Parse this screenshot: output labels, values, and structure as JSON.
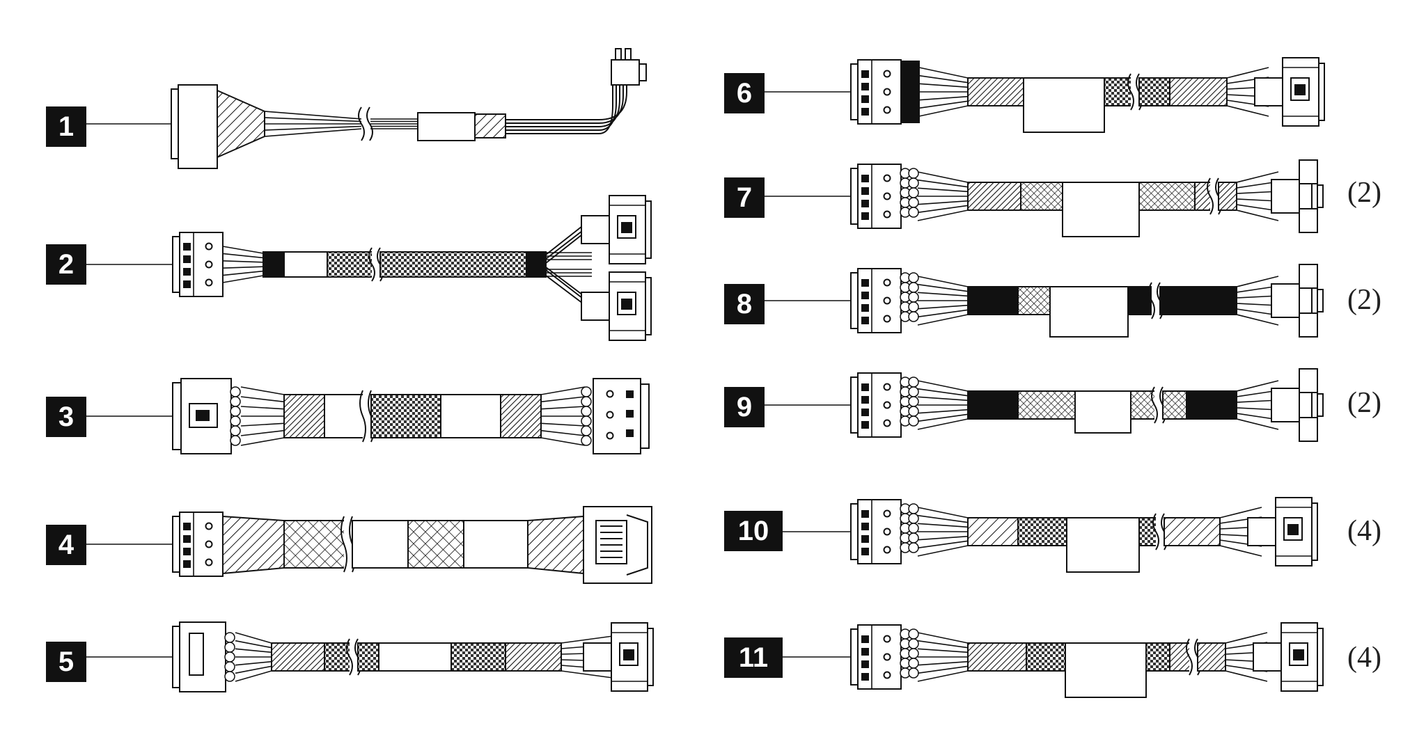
{
  "colors": {
    "ink": "#111111",
    "paper": "#ffffff"
  },
  "cables": [
    {
      "callout": "1",
      "qty": ""
    },
    {
      "callout": "2",
      "qty": ""
    },
    {
      "callout": "3",
      "qty": ""
    },
    {
      "callout": "4",
      "qty": ""
    },
    {
      "callout": "5",
      "qty": ""
    },
    {
      "callout": "6",
      "qty": ""
    },
    {
      "callout": "7",
      "qty": "(2)"
    },
    {
      "callout": "8",
      "qty": "(2)"
    },
    {
      "callout": "9",
      "qty": "(2)"
    },
    {
      "callout": "10",
      "qty": "(4)"
    },
    {
      "callout": "11",
      "qty": "(4)"
    }
  ]
}
